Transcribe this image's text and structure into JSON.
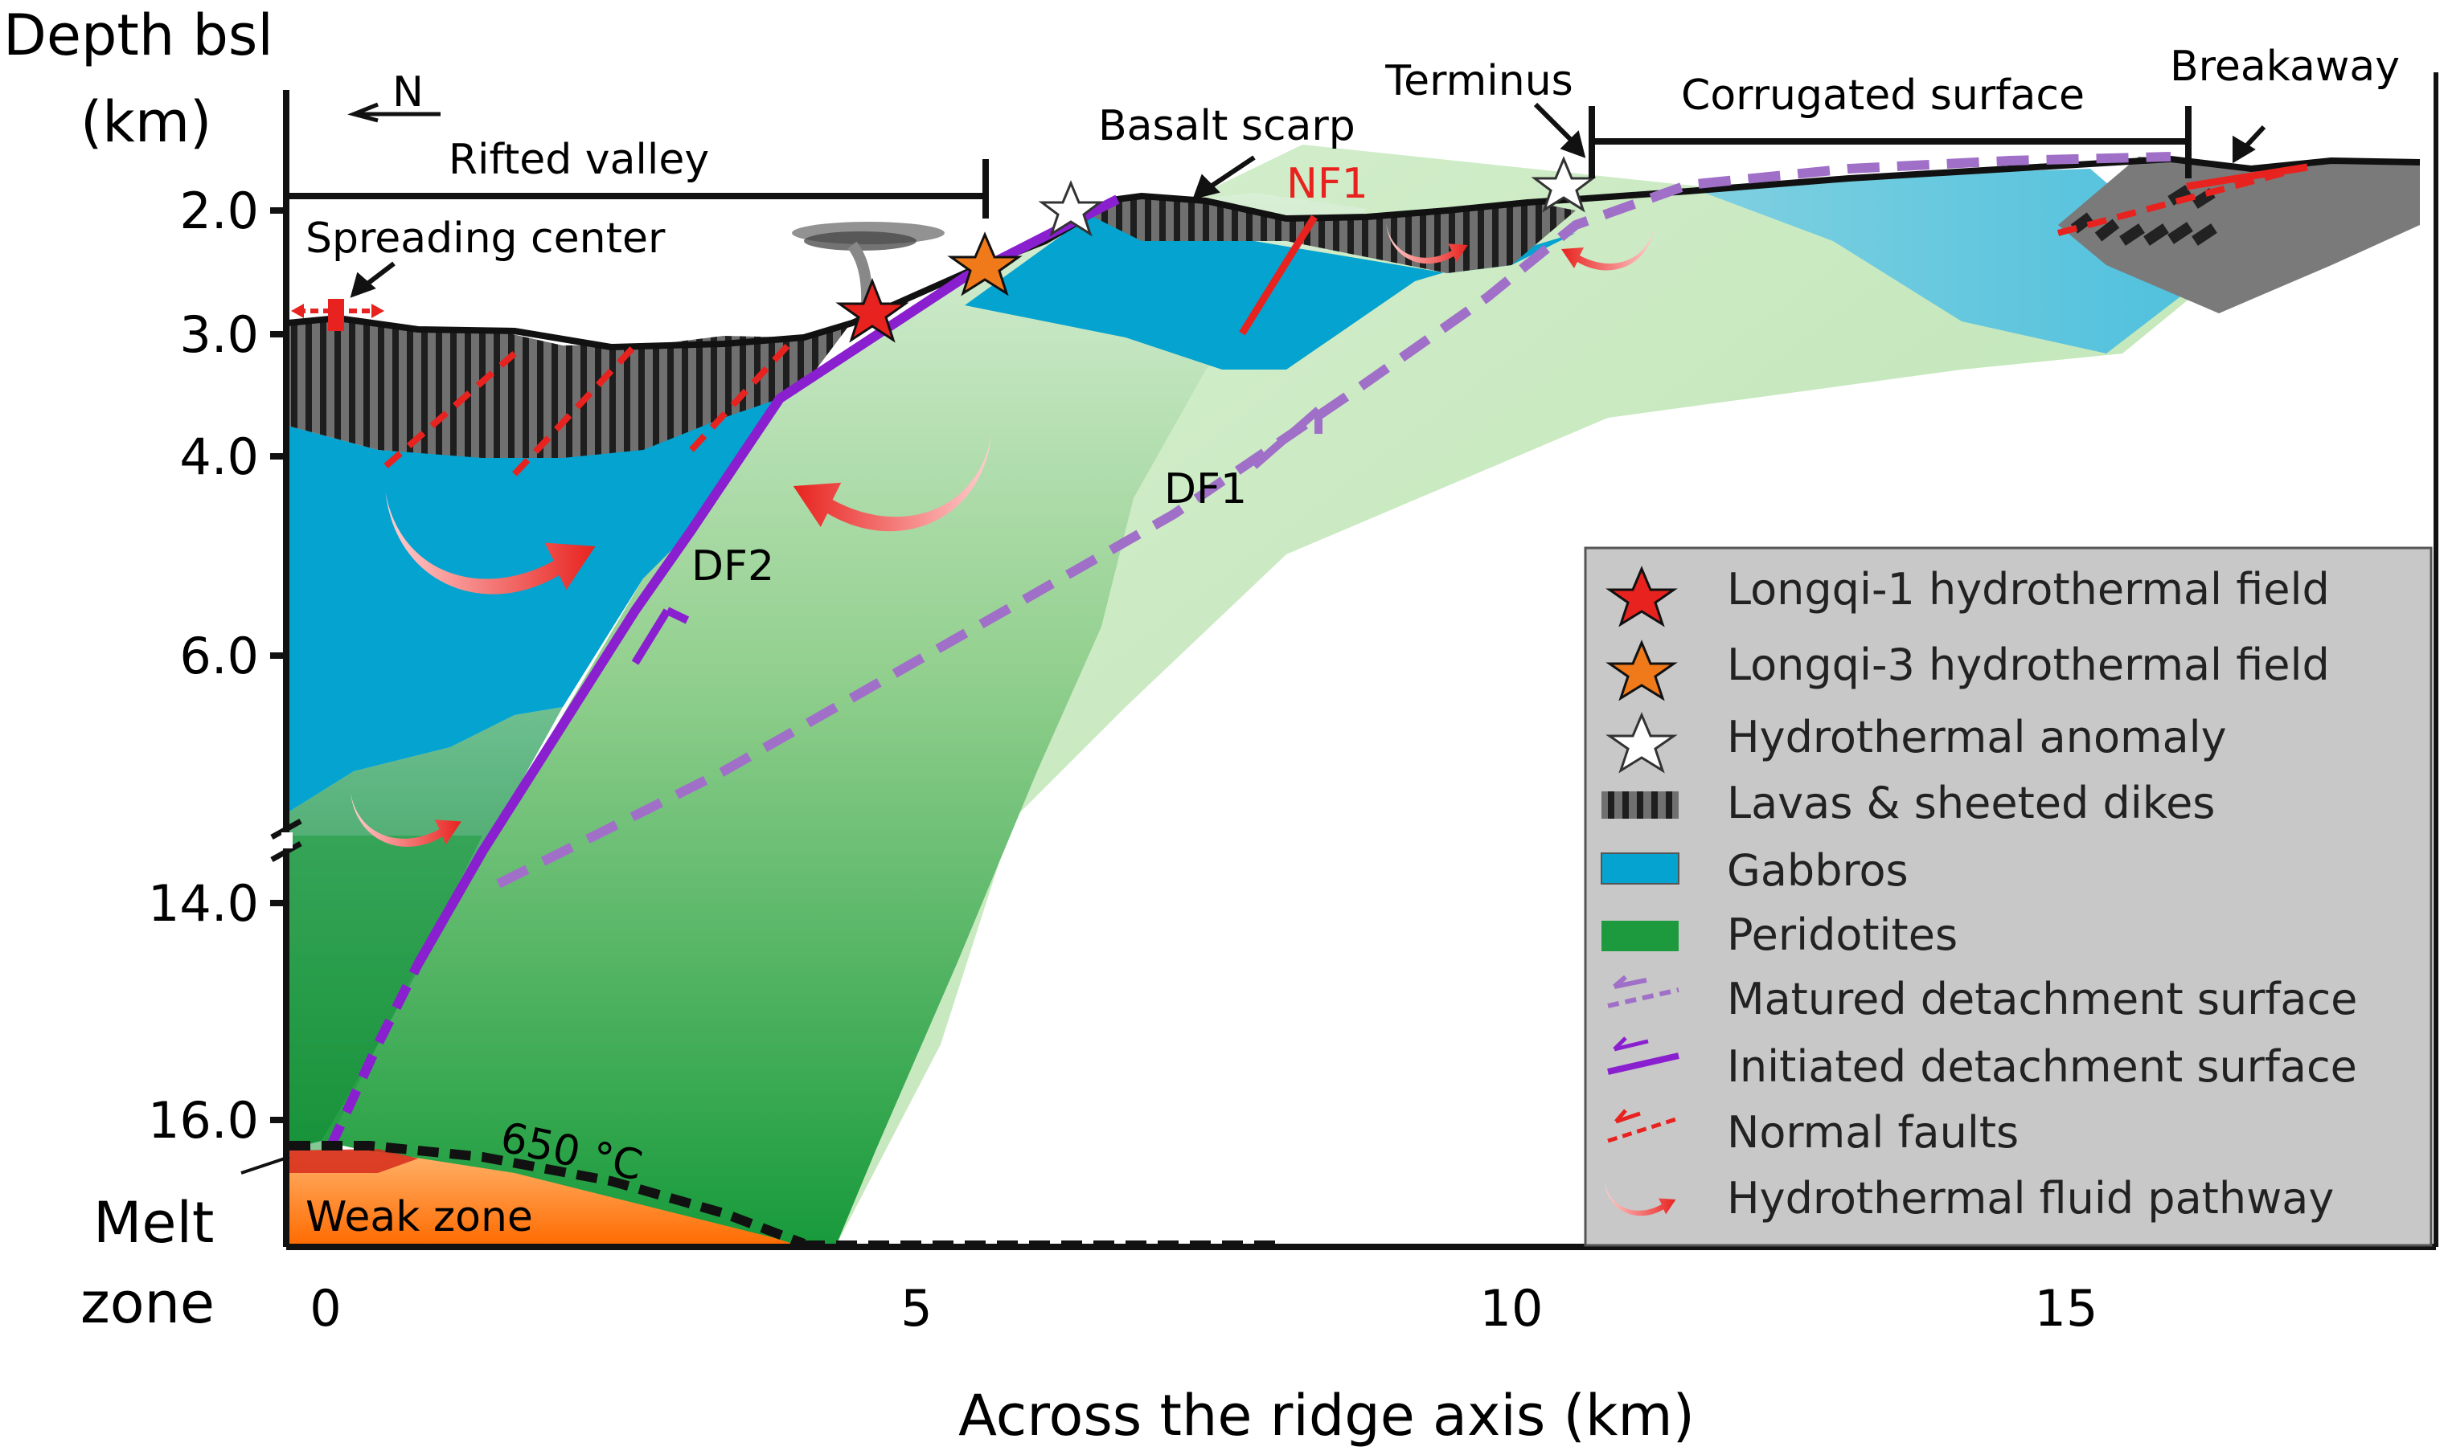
{
  "figure": {
    "y_axis_title": [
      "Depth bsl",
      "(km)"
    ],
    "x_axis_title": "Across the ridge axis (km)",
    "y_ticks": [
      "2.0",
      "3.0",
      "4.0",
      "6.0",
      "14.0",
      "16.0"
    ],
    "x_ticks": [
      "0",
      "5",
      "10",
      "15"
    ],
    "melt_zone_label": [
      "Melt",
      "zone"
    ]
  },
  "annotations": {
    "north_arrow": "N",
    "rifted_valley": "Rifted valley",
    "spreading_center": "Spreading center",
    "basalt_scarp": "Basalt scarp",
    "terminus": "Terminus",
    "corrugated_surface": "Corrugated surface",
    "breakaway": "Breakaway",
    "nf1": "NF1",
    "df1": "DF1",
    "df2": "DF2",
    "isotherm": "650 °C",
    "weak_zone": "Weak zone"
  },
  "legend": [
    {
      "label": "Longqi-1 hydrothermal field",
      "symbol": "red-star"
    },
    {
      "label": "Longqi-3 hydrothermal field",
      "symbol": "orange-star"
    },
    {
      "label": "Hydrothermal anomaly",
      "symbol": "white-star"
    },
    {
      "label": "Lavas & sheeted dikes",
      "symbol": "lava-swatch"
    },
    {
      "label": "Gabbros",
      "symbol": "gabbro-swatch"
    },
    {
      "label": "Peridotites",
      "symbol": "peridotite-swatch"
    },
    {
      "label": "Matured detachment surface",
      "symbol": "matured-detachment-line"
    },
    {
      "label": "Initiated detachment surface",
      "symbol": "initiated-detachment-line"
    },
    {
      "label": "Normal faults",
      "symbol": "normal-fault-line"
    },
    {
      "label": "Hydrothermal fluid pathway",
      "symbol": "fluid-pathway-arrow"
    }
  ],
  "colors": {
    "lava": "#7a7a7a",
    "gabbro": "#05a3cf",
    "peridotite": "#1d9a3e",
    "matured_detachment": "#a070c8",
    "initiated_detachment": "#8a1fd0",
    "normal_fault": "#e8231f",
    "weak_zone": "#ff6a00",
    "legend_bg": "#c8c8c8"
  }
}
